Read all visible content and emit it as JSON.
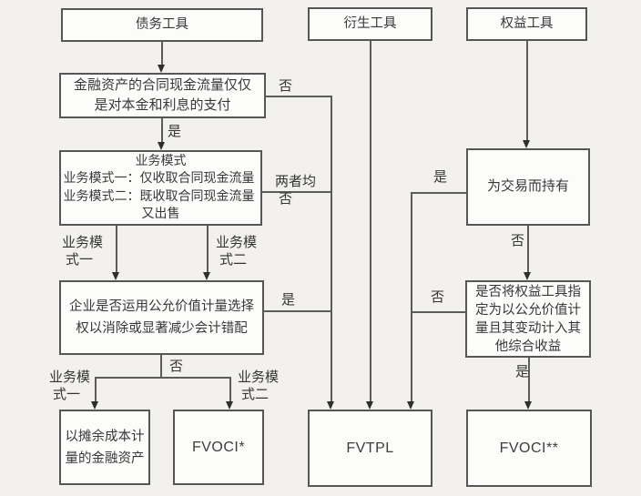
{
  "colors": {
    "background": "#f2f1ee",
    "box_fill": "#fcfcfb",
    "border": "#565656",
    "line": "#5c5c5c",
    "text": "#383838"
  },
  "nodes": {
    "debt": {
      "label": "债务工具"
    },
    "derivative": {
      "label": "衍生工具"
    },
    "equity": {
      "label": "权益工具"
    },
    "sppi": {
      "lines": [
        "金融资产的合同现金流量仅仅",
        "是对本金和利息的支付"
      ]
    },
    "business_model": {
      "title": "业务模式",
      "lines": [
        "业务模式一：仅收取合同现金流量",
        "业务模式二：既收取合同现金流量",
        "又出售"
      ]
    },
    "fair_value_option": {
      "lines": [
        "企业是否运用公允价值计量选择",
        "权以消除或显著减少会计错配"
      ]
    },
    "held_for_trading": {
      "label": "为交易而持有"
    },
    "oci_designation": {
      "lines": [
        "是否将权益工具指",
        "定为以公允价值计",
        "量且其变动计入其",
        "他综合收益"
      ]
    },
    "amortized_cost": {
      "lines": [
        "以摊余成本计",
        "量的金融资产"
      ]
    },
    "fvoci_star": {
      "label": "FVOCI*"
    },
    "fvtpl": {
      "label": "FVTPL"
    },
    "fvoci_double_star": {
      "label": "FVOCI**"
    }
  },
  "edge_labels": {
    "sppi_no": "否",
    "sppi_yes": "是",
    "both_no": [
      "两者均",
      "否"
    ],
    "bm1_top": [
      "业务模",
      "式一"
    ],
    "bm2_top": [
      "业务模",
      "式二"
    ],
    "fvo_yes": "是",
    "fvo_no": "否",
    "bm1_bottom": [
      "业务模",
      "式一"
    ],
    "bm2_bottom": [
      "业务模",
      "式二"
    ],
    "hft_yes": "是",
    "hft_no": "否",
    "designation_no": "否",
    "designation_yes": "是"
  }
}
